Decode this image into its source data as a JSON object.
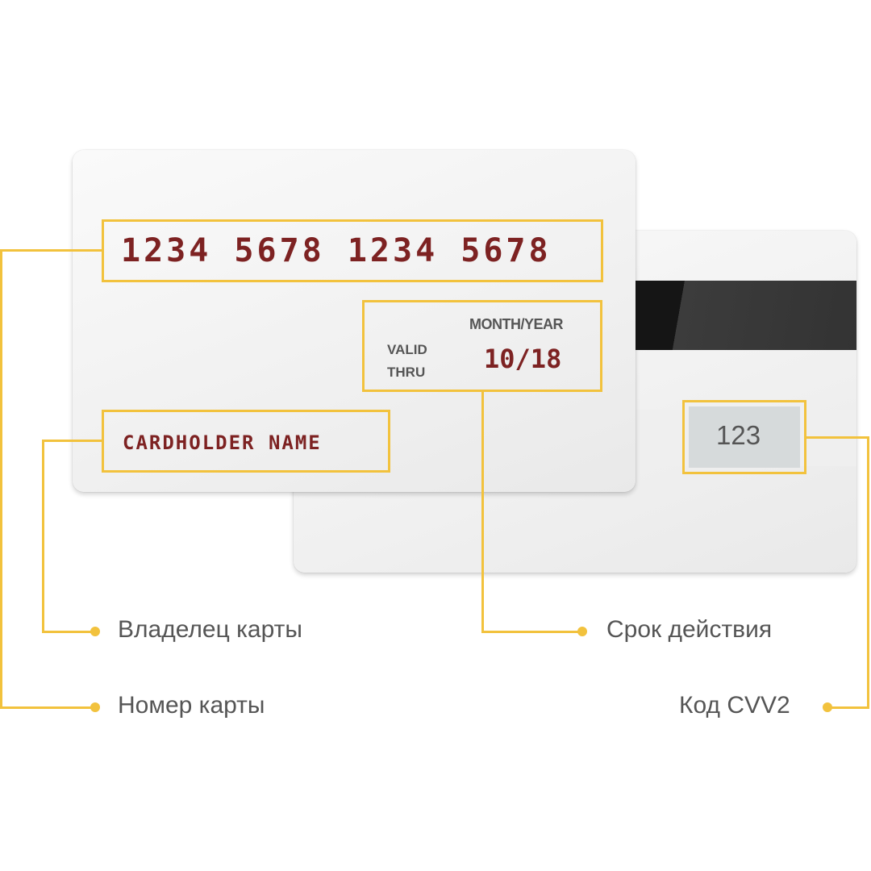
{
  "card": {
    "number": "1234 5678 1234 5678",
    "expiry_caption": "MONTH/YEAR",
    "valid_line1": "VALID",
    "valid_line2": "THRU",
    "expiry_date": "10/18",
    "holder_name": "CARDHOLDER NAME",
    "cvv": "123"
  },
  "labels": {
    "holder": "Владелец карты",
    "number": "Номер карты",
    "expiry": "Срок действия",
    "cvv": "Код CVV2"
  },
  "colors": {
    "highlight": "#f2c23d",
    "embossed_text": "#7d2222",
    "label_text": "#555555",
    "magnetic_stripe": "#151515"
  }
}
